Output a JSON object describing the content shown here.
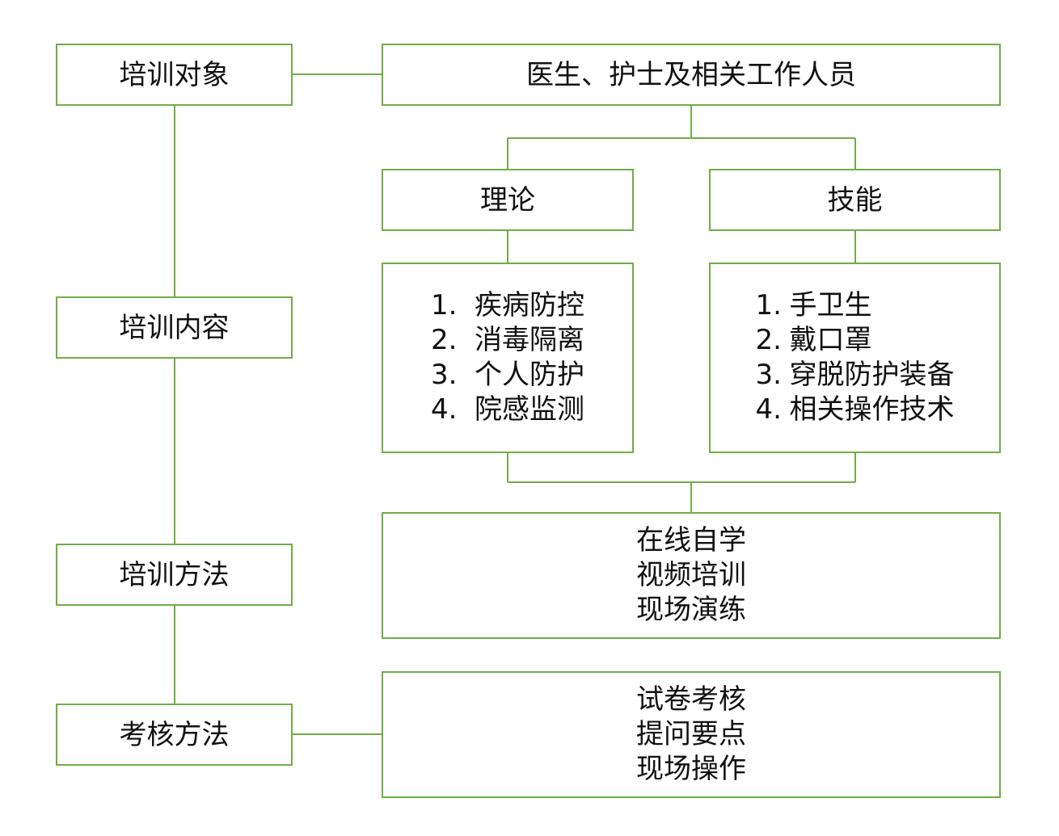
{
  "diagram": {
    "line_color": "#70ad47",
    "left_column": [
      {
        "label": "培训对象"
      },
      {
        "label": "培训内容"
      },
      {
        "label": "培训方法"
      },
      {
        "label": "考核方法"
      }
    ],
    "target_box": {
      "label": "医生、护士及相关工作人员"
    },
    "theory_header": {
      "label": "理论"
    },
    "skills_header": {
      "label": "技能"
    },
    "theory_list": [
      {
        "num": "1.",
        "text": "疾病防控"
      },
      {
        "num": "2.",
        "text": "消毒隔离"
      },
      {
        "num": "3.",
        "text": "个人防护"
      },
      {
        "num": "4.",
        "text": "院感监测"
      }
    ],
    "skills_list": [
      {
        "num": "1.",
        "text": "手卫生"
      },
      {
        "num": "2.",
        "text": "戴口罩"
      },
      {
        "num": "3.",
        "text": "穿脱防护装备"
      },
      {
        "num": "4.",
        "text": "相关操作技术"
      }
    ],
    "methods": [
      "在线自学",
      "视频培训",
      "现场演练"
    ],
    "assessment": [
      "试卷考核",
      "提问要点",
      "现场操作"
    ]
  }
}
